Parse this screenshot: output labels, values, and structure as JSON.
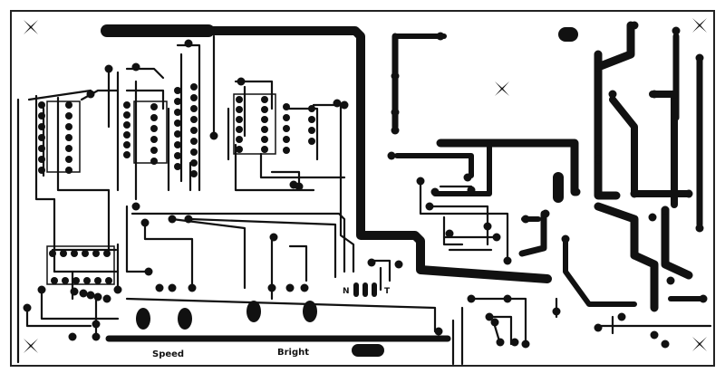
{
  "board": {
    "labels": {
      "speed": "Speed",
      "bright": "Bright",
      "n": "N",
      "t": "T"
    },
    "colors": {
      "copper": "#111111",
      "board": "#ffffff",
      "outline": "#222222"
    }
  }
}
